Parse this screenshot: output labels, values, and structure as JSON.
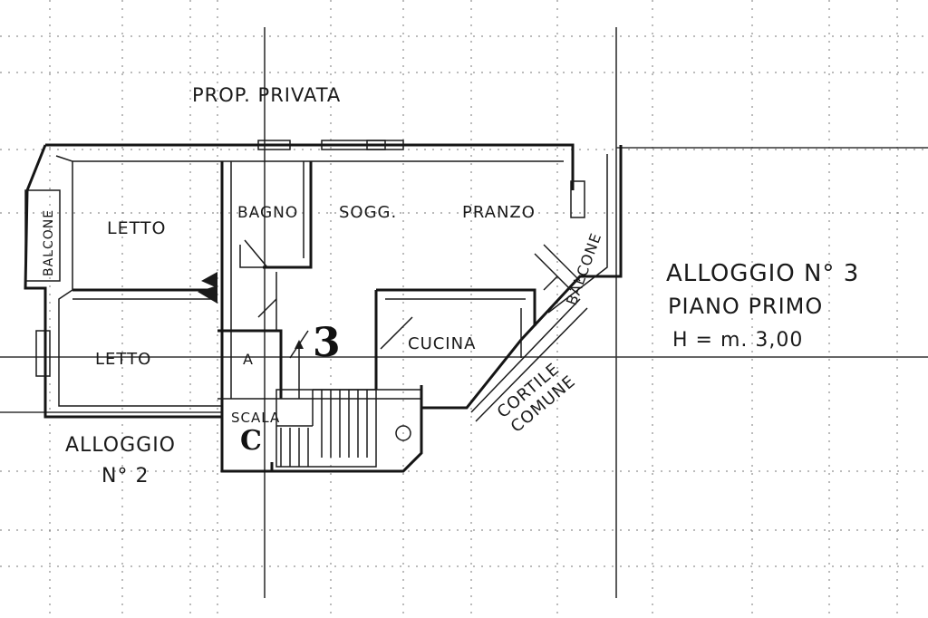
{
  "labels": {
    "prop_privata": "PROP. PRIVATA",
    "letto_top": "LETTO",
    "letto_bottom": "LETTO",
    "bagno": "BAGNO",
    "sogg": "SOGG.",
    "pranzo": "PRANZO",
    "balcone_left": "BALCONE",
    "balcone_right": "BALCONE",
    "cucina": "CUCINA",
    "scala": "SCALA",
    "stair_letter": "C",
    "unit_number": "3",
    "cortile": "CORTILE",
    "comune": "COMUNE",
    "alloggio2_line1": "ALLOGGIO",
    "alloggio2_line2": "N° 2",
    "alloggio3_line1": "ALLOGGIO N° 3",
    "alloggio3_line2": "PIANO PRIMO",
    "alloggio3_line3": "H = m. 3,00",
    "marker_a": "A"
  }
}
